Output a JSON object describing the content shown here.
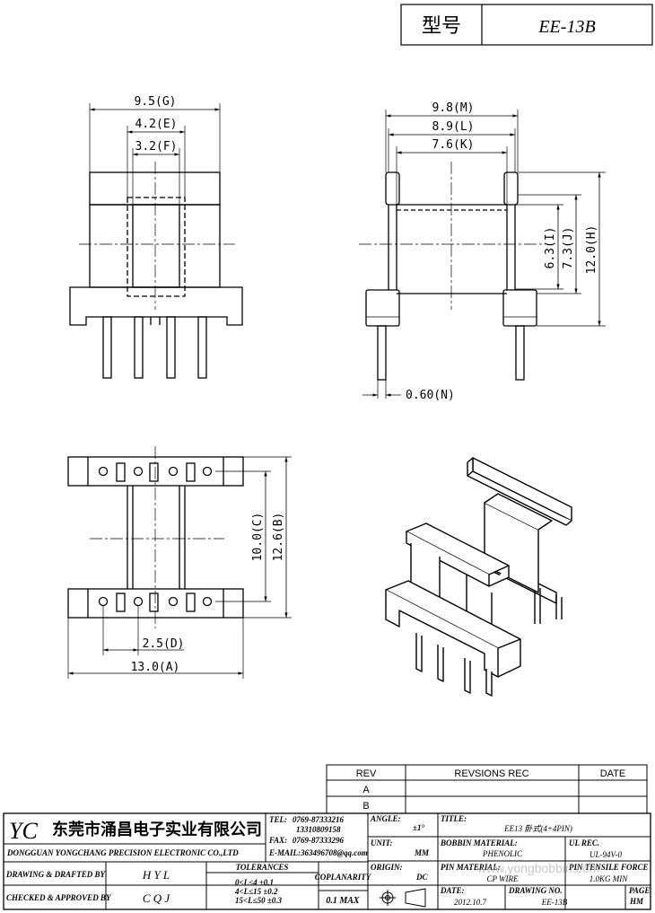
{
  "header": {
    "label": "型号",
    "model": "EE-13B"
  },
  "dimensions": {
    "g": "9.5(G)",
    "e": "4.2(E)",
    "f": "3.2(F)",
    "m": "9.8(M)",
    "l": "8.9(L)",
    "k": "7.6(K)",
    "i": "6.3(I)",
    "j": "7.3(J)",
    "h": "12.0(H)",
    "n": "0.60(N)",
    "c": "10.0(C)",
    "b": "12.6(B)",
    "d": "2.5(D)",
    "a": "13.0(A)"
  },
  "revisions": {
    "headers": {
      "rev": "REV",
      "rec": "REVSIONS REC",
      "date": "DATE"
    },
    "rows": [
      "A",
      "B"
    ]
  },
  "title_block": {
    "logo": "YC",
    "company_cn": "东莞市涌昌电子实业有限公司",
    "company_en": "DONGGUAN YONGCHANG PRECISION ELECTRONIC CO.,LTD",
    "tel_label": "TEL:",
    "tel": "0769-87333216",
    "tel2": "13310809158",
    "fax_label": "FAX:",
    "fax": "0769-87333296",
    "email": "E-MAIL:363496708@qq.com",
    "angle_label": "ANGLE:",
    "angle": "±1°",
    "title_label": "TITLE:",
    "title": "EE13 卧式(4+4PIN)",
    "unit_label": "UNIT:",
    "unit": "MM",
    "bobbin_label": "BOBBIN MATERIAL:",
    "bobbin": "PHENOLIC",
    "ul_label": "UL REC.",
    "ul": "UL-94V-0",
    "origin_label": "ORIGIN:",
    "origin": "DC",
    "pin_label": "PIN MATERIAL:",
    "pin": "CP WIRE",
    "tensile_label": "PIN TENSILE FORCE",
    "tensile": "1.0KG MIN",
    "drawn_label": "DRAWING & DRAFTED BY",
    "drawn": "H Y L",
    "checked_label": "CHECKED & APPROVED BY",
    "checked": "C Q J",
    "tolerances_label": "TOLERANCES",
    "tol1": "0<L≤4   ±0.1",
    "tol2": "4<L≤15  ±0.2",
    "tol3": "15<L≤50 ±0.3",
    "coplanarity_label": "COPLANARITY",
    "coplanarity": "0.1 MAX",
    "date_label": "DATE:",
    "date": "2012.10.7",
    "drawing_no_label": "DRAWING NO.",
    "drawing_no": "EE-13B",
    "page_label": "PAGE",
    "page": "HM",
    "watermark": "www.yongbobbin.com"
  }
}
